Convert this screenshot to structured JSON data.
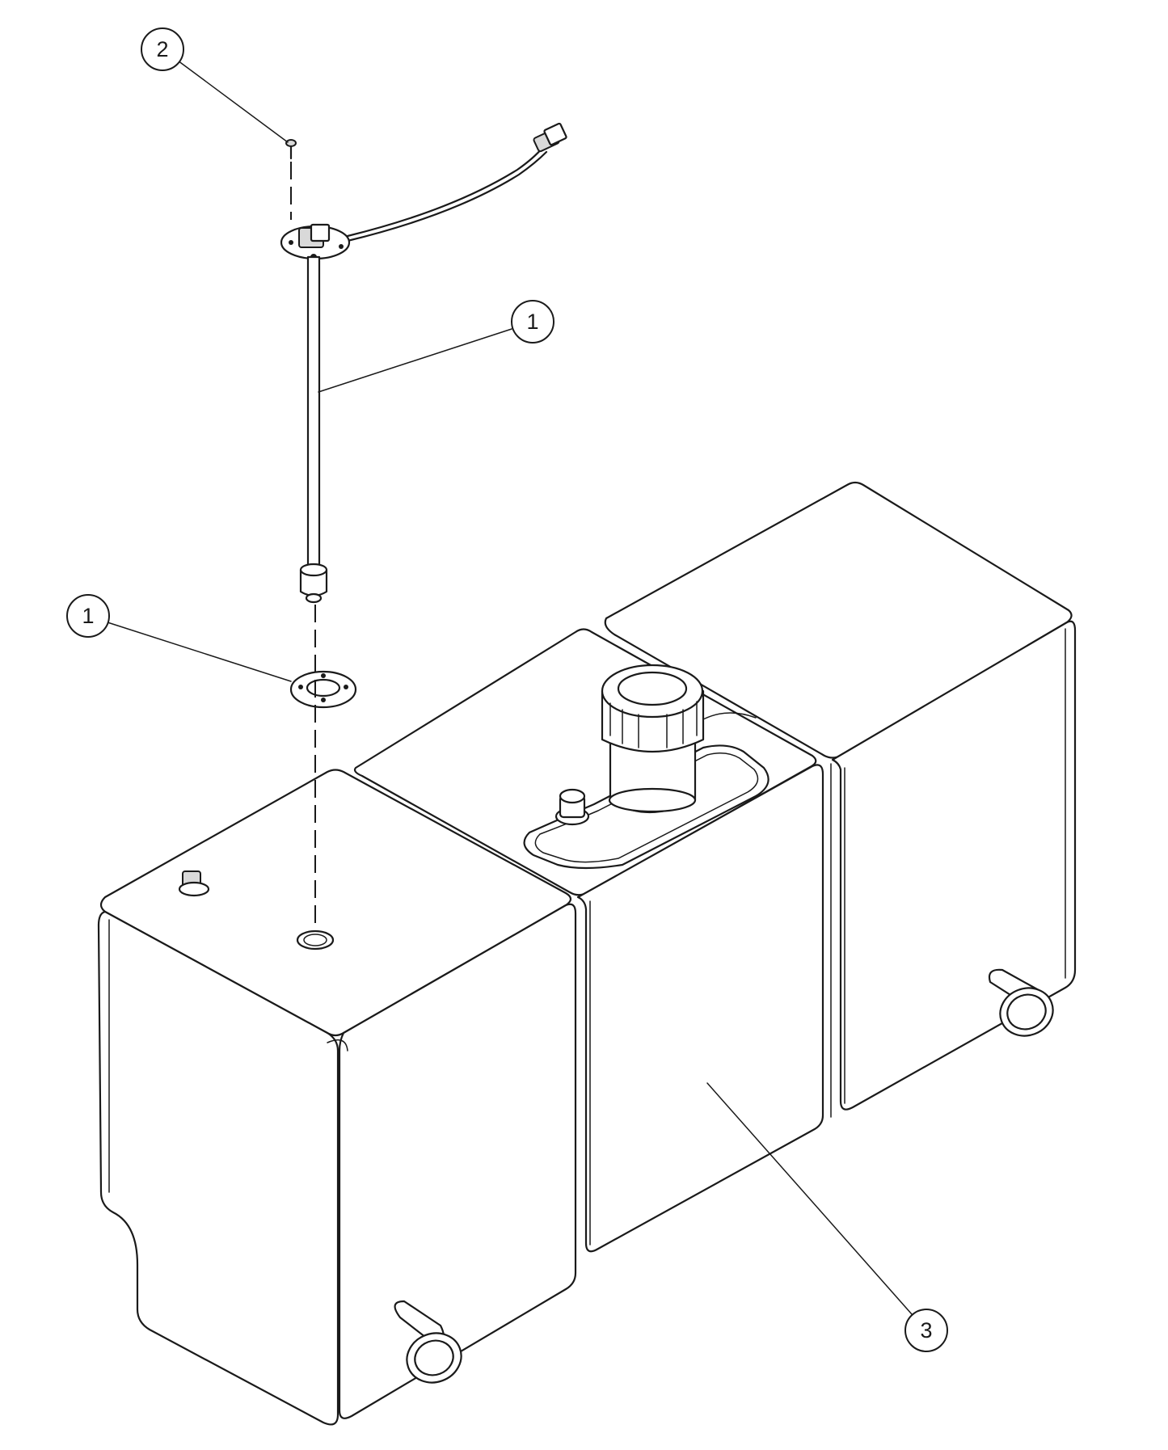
{
  "callouts": [
    {
      "id": "callout-2",
      "label": "2",
      "part": "screw"
    },
    {
      "id": "callout-1-sender",
      "label": "1",
      "part": "fuel-level-sender"
    },
    {
      "id": "callout-1-gasket",
      "label": "1",
      "part": "sender-gasket"
    },
    {
      "id": "callout-3",
      "label": "3",
      "part": "fuel-tank"
    }
  ]
}
